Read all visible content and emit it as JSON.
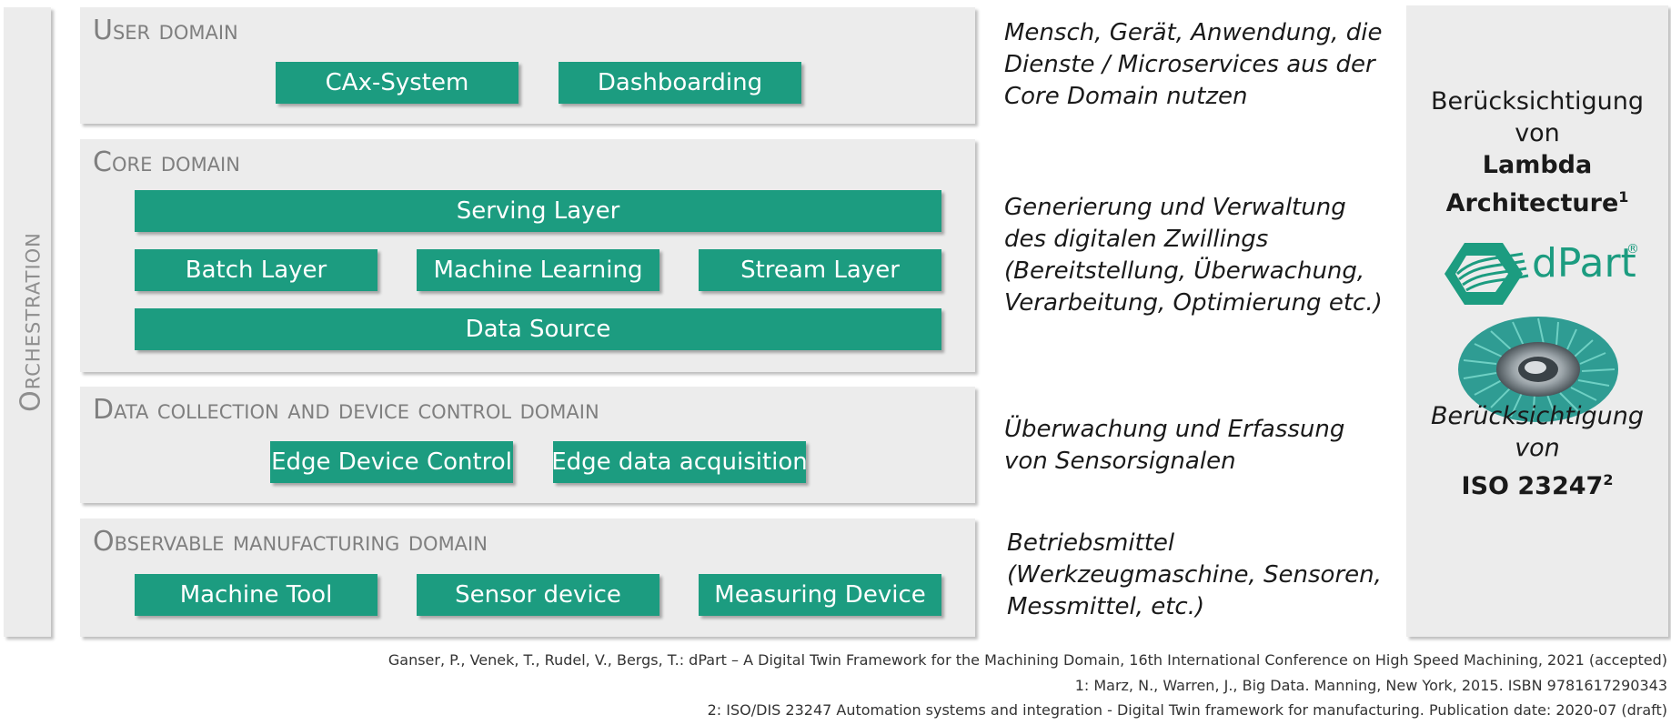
{
  "orchestration": {
    "label": "Orchestration"
  },
  "domains": {
    "user": {
      "title": "User domain",
      "boxes": [
        "CAx-System",
        "Dashboarding"
      ]
    },
    "core": {
      "title": "Core domain",
      "serving": "Serving Layer",
      "batch": "Batch Layer",
      "ml": "Machine Learning",
      "stream": "Stream Layer",
      "source": "Data Source"
    },
    "collection": {
      "title": "Data collection and device control domain",
      "boxes": [
        "Edge Device Control",
        "Edge data acquisition"
      ]
    },
    "observable": {
      "title": "Observable manufacturing domain",
      "boxes": [
        "Machine Tool",
        "Sensor device",
        "Measuring Device"
      ]
    }
  },
  "descriptions": {
    "user": [
      "Mensch, Gerät, Anwendung, die",
      "Dienste / Microservices aus der",
      "Core Domain nutzen"
    ],
    "core": [
      "Generierung und Verwaltung",
      "des digitalen Zwillings",
      "(Bereitstellung, Überwachung,",
      "Verarbeitung, Optimierung etc.)"
    ],
    "collection": [
      "Überwachung und Erfassung",
      "von Sensorsignalen"
    ],
    "observable": [
      "Betriebsmittel",
      "(Werkzeugmaschine, Sensoren,",
      "Messmittel, etc.)"
    ]
  },
  "side": {
    "lambda_prefix": "Berücksichtigung von",
    "lambda_line1": "Lambda",
    "lambda_line2": "Architecture",
    "lambda_sup": "1",
    "logo_text": "dPart",
    "logo_reg": "®",
    "iso_prefix": "Berücksichtigung von",
    "iso_name": "ISO 23247",
    "iso_sup": "2"
  },
  "references": [
    "Ganser, P., Venek, T., Rudel, V., Bergs, T.:  dPart – A Digital Twin Framework for the Machining Domain, 16th International Conference on High Speed Machining, 2021 (accepted)",
    "1: Marz, N., Warren, J., Big Data. Manning, New York, 2015. ISBN 9781617290343",
    "2: ISO/DIS 23247 Automation systems and integration - Digital Twin framework for manufacturing. Publication date: 2020-07 (draft)"
  ],
  "colors": {
    "box": "#1c9c80",
    "panel": "#ececec",
    "title": "#7f7f7f"
  }
}
